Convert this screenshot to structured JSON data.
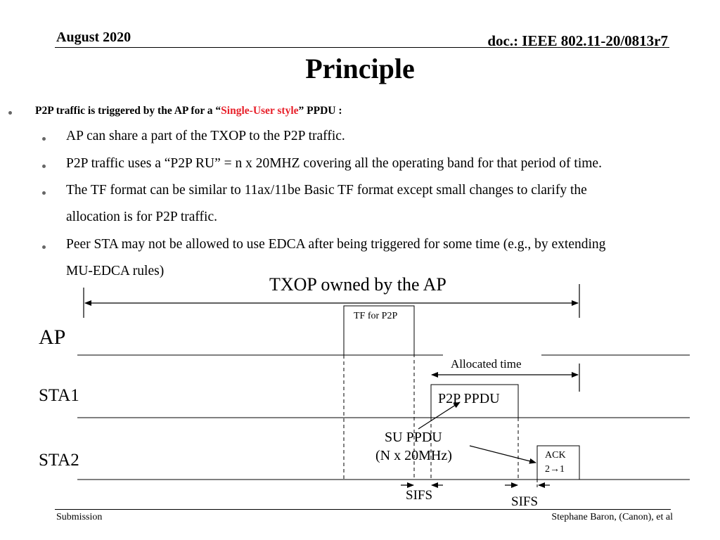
{
  "header": {
    "date": "August 2020",
    "doc": "doc.: IEEE 802.11-20/0813r7"
  },
  "title": "Principle",
  "main_bullet": {
    "prefix": "P2P traffic is triggered by the AP for a “",
    "highlight": "Single-User style",
    "suffix": "” PPDU :",
    "highlight_color": "#e8212b"
  },
  "sub_bullets": [
    {
      "line1": "AP can share a part of the TXOP to the P2P traffic.",
      "line2": ""
    },
    {
      "line1": "P2P traffic uses a “P2P RU”  = n x 20MHZ covering all the operating band for that period of time.",
      "line2": ""
    },
    {
      "line1": "The TF format can be similar to 11ax/11be Basic TF format except small changes to clarify the",
      "line2": "allocation is for P2P traffic."
    },
    {
      "line1": "Peer STA may not be allowed to use EDCA after being triggered for some time (e.g., by extending",
      "line2": "MU-EDCA rules)"
    }
  ],
  "diagram": {
    "txop_label": "TXOP owned by the AP",
    "rows": [
      "AP",
      "STA1",
      "STA2"
    ],
    "tf_box": "TF for P2P",
    "allocated_label": "Allocated time",
    "p2p_box": "P2P PPDU",
    "su_line1": "SU PPDU",
    "su_line2": "(N x 20MHz)",
    "ack_line1": "ACK",
    "ack_line2": "2→1",
    "sifs_left": "SIFS",
    "sifs_right": "SIFS"
  },
  "footer": {
    "left": "Submission",
    "right": "Stephane Baron, (Canon), et al"
  }
}
